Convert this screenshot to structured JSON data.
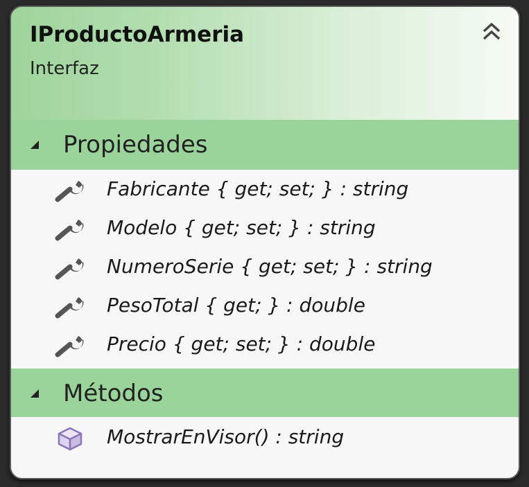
{
  "class_box": {
    "name": "IProductoArmeria",
    "kind": "Interfaz"
  },
  "sections": {
    "properties": {
      "label": "Propiedades",
      "items": [
        {
          "text": "Fabricante { get; set; } : string",
          "icon": "wrench-icon"
        },
        {
          "text": "Modelo { get; set; } : string",
          "icon": "wrench-icon"
        },
        {
          "text": "NumeroSerie { get; set; } : string",
          "icon": "wrench-icon"
        },
        {
          "text": "PesoTotal { get; } : double",
          "icon": "wrench-icon"
        },
        {
          "text": "Precio { get; set; } : double",
          "icon": "wrench-icon"
        }
      ]
    },
    "methods": {
      "label": "Métodos",
      "items": [
        {
          "text": "MostrarEnVisor() : string",
          "icon": "method-cube-icon"
        }
      ]
    }
  },
  "colors": {
    "section_header": "#9bd49a",
    "header_gradient_start": "#9fd49c",
    "header_gradient_end": "#f6fbf5",
    "background": "#f7f7f7",
    "method_icon": "#8a74b8"
  }
}
